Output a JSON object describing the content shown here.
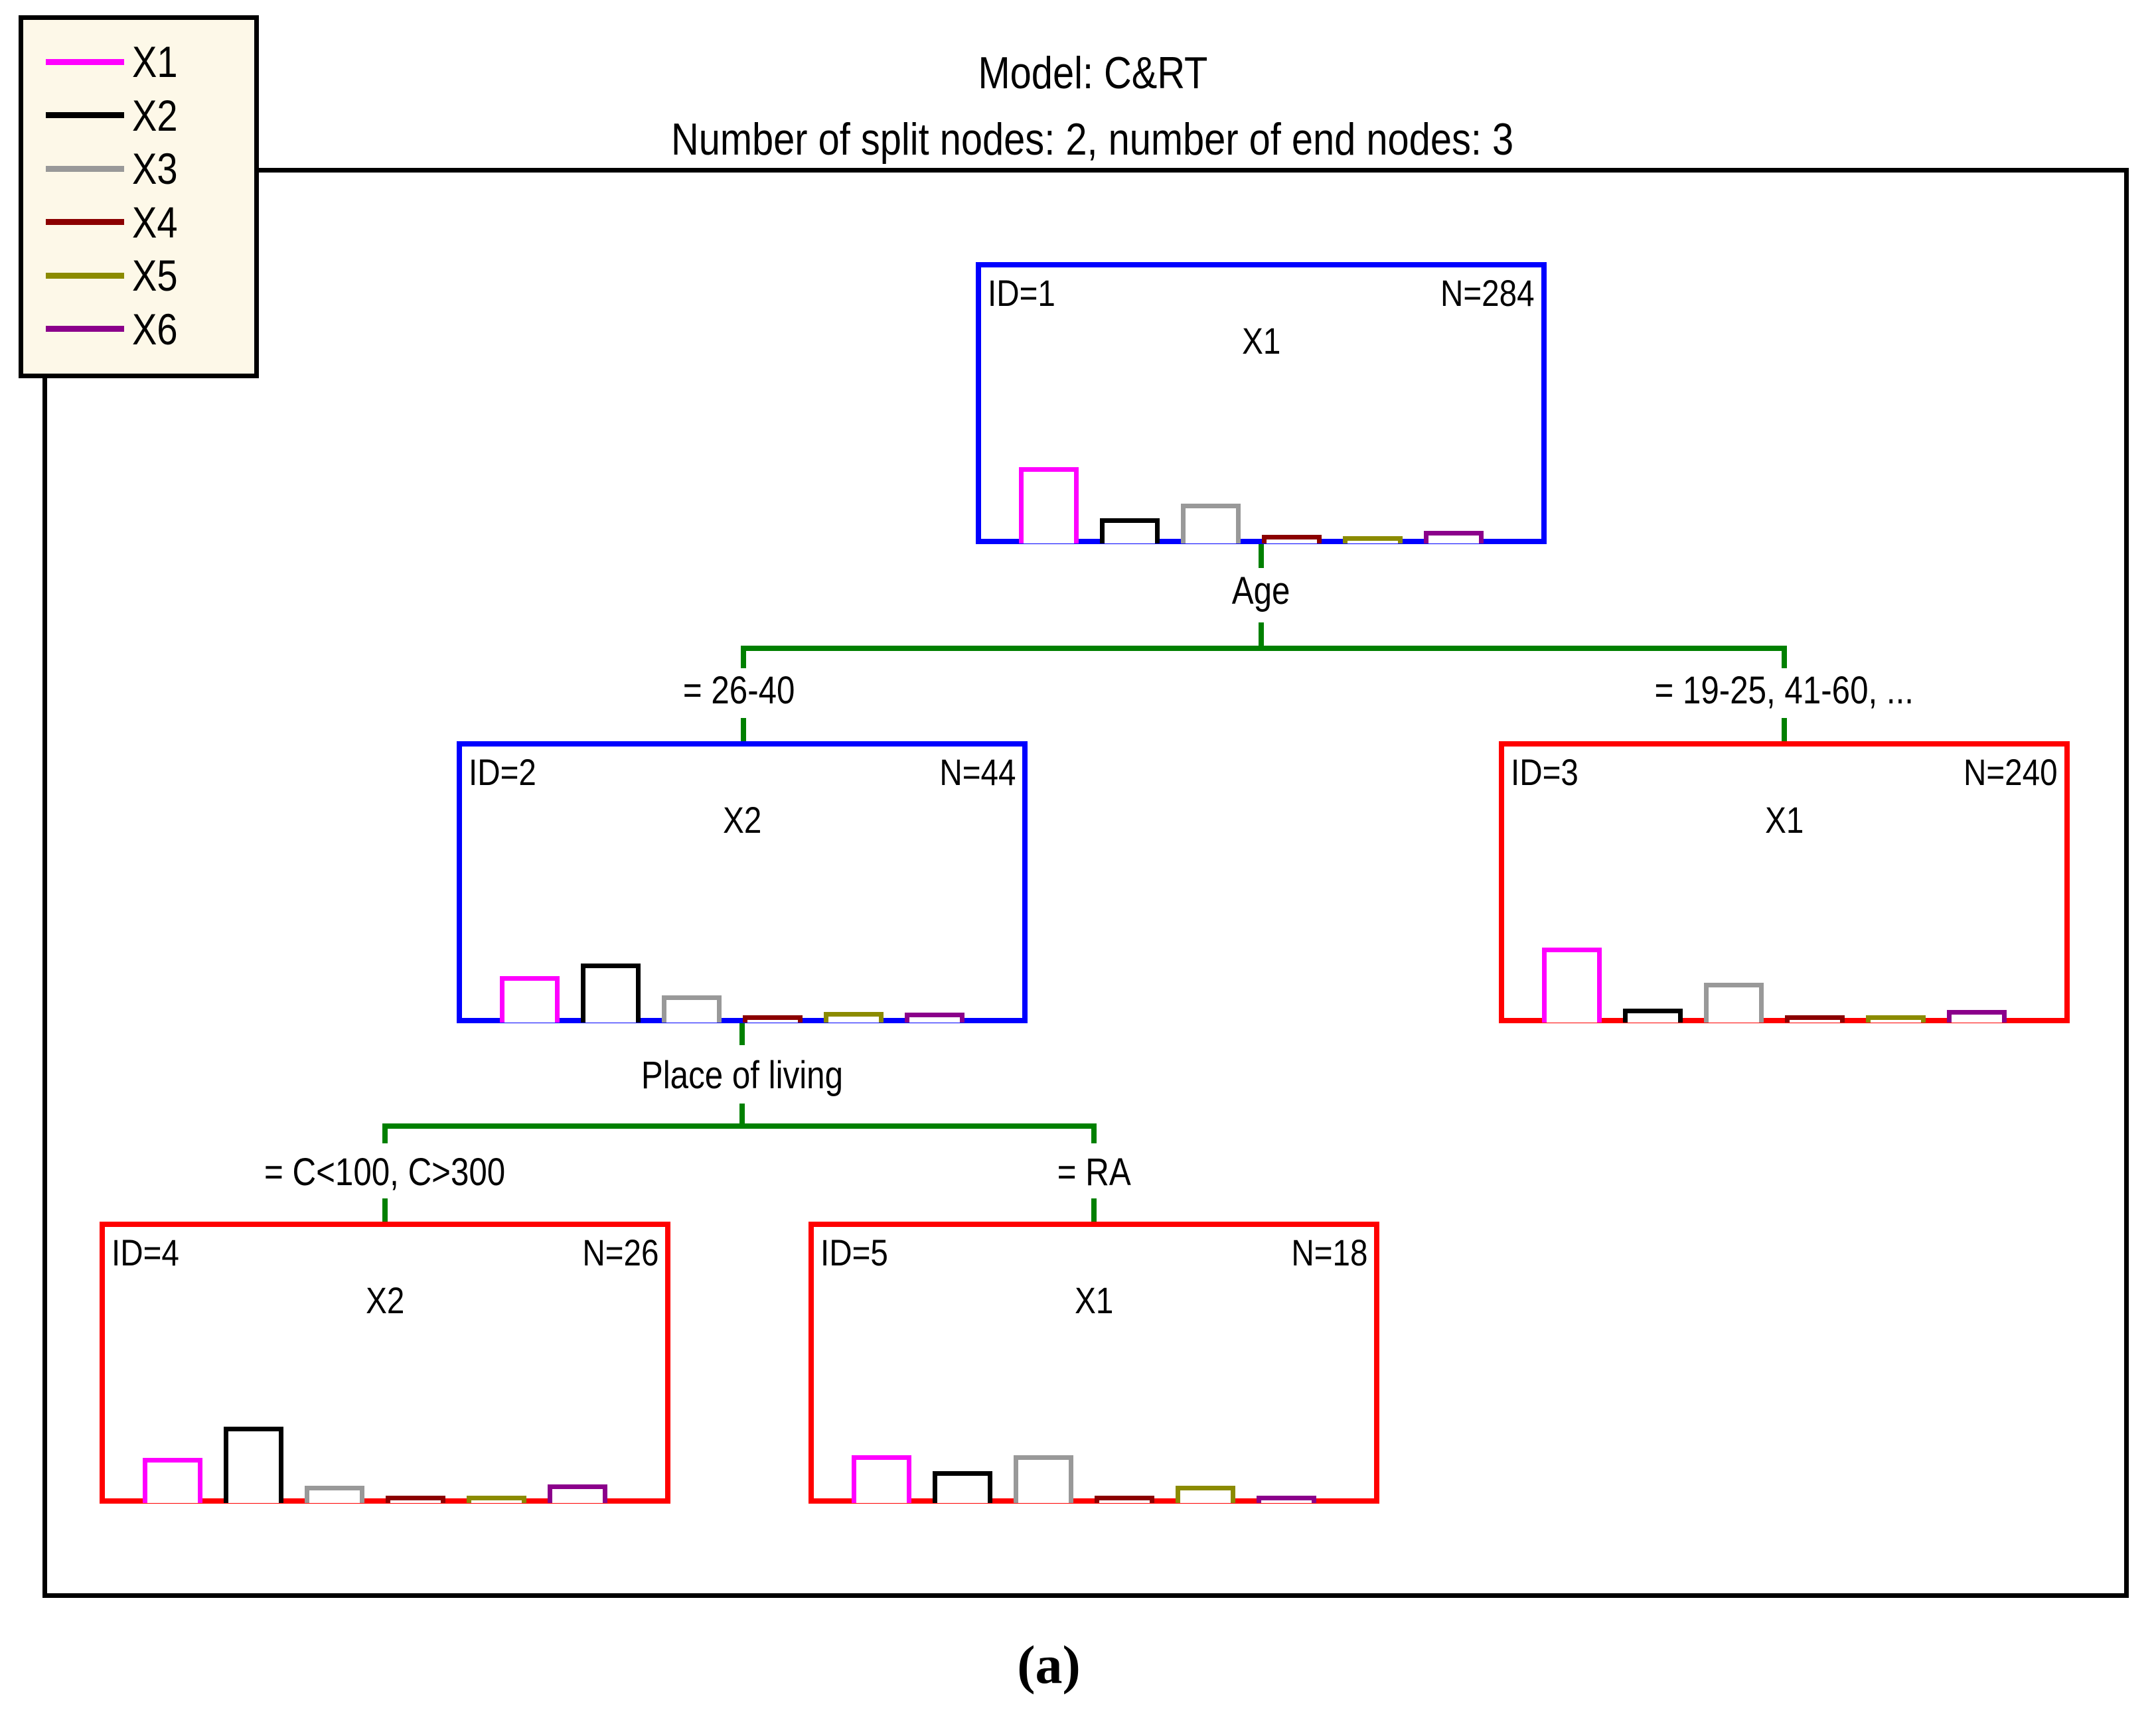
{
  "title": {
    "line1": "Model: C&RT",
    "line2": "Number of split nodes: 2, number of end nodes: 3"
  },
  "caption": "(a)",
  "legend": {
    "items": [
      {
        "label": "X1",
        "color": "#FF00FF"
      },
      {
        "label": "X2",
        "color": "#000000"
      },
      {
        "label": "X3",
        "color": "#999999"
      },
      {
        "label": "X4",
        "color": "#8B0000"
      },
      {
        "label": "X5",
        "color": "#8B8B00"
      },
      {
        "label": "X6",
        "color": "#8B008B"
      }
    ],
    "background": "#FDF8E8"
  },
  "tree": {
    "connector_color": "#008000",
    "node_border_colors": {
      "split": "#0000FF",
      "end": "#FF0000"
    },
    "nodes": [
      {
        "id_label": "ID=1",
        "n_label": "N=284",
        "variable": "X1",
        "type": "split",
        "border_color": "#0000FF",
        "bars": [
          0.27,
          0.09,
          0.141,
          0.031,
          0.025,
          0.044
        ]
      },
      {
        "id_label": "ID=2",
        "n_label": "N=44",
        "variable": "X2",
        "type": "split",
        "border_color": "#0000FF",
        "bars": [
          0.165,
          0.21,
          0.096,
          0.015,
          0.038,
          0.036
        ]
      },
      {
        "id_label": "ID=3",
        "n_label": "N=240",
        "variable": "X1",
        "type": "end",
        "border_color": "#FF0000",
        "bars": [
          0.265,
          0.05,
          0.141,
          0.025,
          0.021,
          0.045
        ]
      },
      {
        "id_label": "ID=4",
        "n_label": "N=26",
        "variable": "X2",
        "type": "end",
        "border_color": "#FF0000",
        "bars": [
          0.159,
          0.271,
          0.061,
          0.015,
          0.015,
          0.065
        ]
      },
      {
        "id_label": "ID=5",
        "n_label": "N=18",
        "variable": "X1",
        "type": "end",
        "border_color": "#FF0000",
        "bars": [
          0.17,
          0.114,
          0.17,
          0.015,
          0.06,
          0.015
        ]
      }
    ],
    "splits": [
      {
        "split_variable": "Age",
        "left_branch_label": "= 26-40",
        "right_branch_label": "= 19-25, 41-60, ..."
      },
      {
        "split_variable": "Place of living",
        "left_branch_label": "= C<100, C>300",
        "right_branch_label": "= RA"
      }
    ]
  },
  "chart_data": {
    "type": "bar",
    "title": "Per-node category histograms (bar outlines, one per legend variable)",
    "categories": [
      "X1",
      "X2",
      "X3",
      "X4",
      "X5",
      "X6"
    ],
    "series": [
      {
        "name": "ID=1 (N=284)",
        "values": [
          0.27,
          0.09,
          0.141,
          0.031,
          0.025,
          0.044
        ]
      },
      {
        "name": "ID=2 (N=44)",
        "values": [
          0.165,
          0.21,
          0.096,
          0.015,
          0.038,
          0.036
        ]
      },
      {
        "name": "ID=3 (N=240)",
        "values": [
          0.265,
          0.05,
          0.141,
          0.025,
          0.021,
          0.045
        ]
      },
      {
        "name": "ID=4 (N=26)",
        "values": [
          0.159,
          0.271,
          0.061,
          0.015,
          0.015,
          0.065
        ]
      },
      {
        "name": "ID=5 (N=18)",
        "values": [
          0.17,
          0.114,
          0.17,
          0.015,
          0.06,
          0.015
        ]
      }
    ],
    "note": "values are bar heights as fraction of node box height"
  }
}
